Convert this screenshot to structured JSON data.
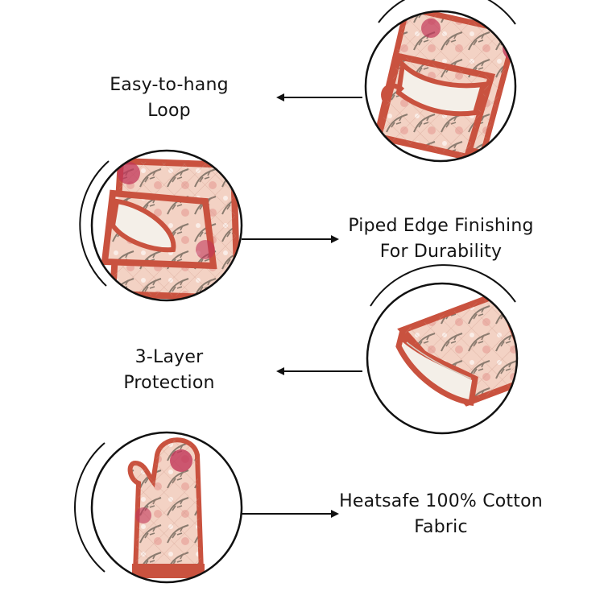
{
  "features": [
    {
      "line1": "Easy-to-hang",
      "line2": "Loop",
      "image_icon": "oven-mitt-loop-closeup"
    },
    {
      "line1": "Piped Edge Finishing",
      "line2": "For Durability",
      "image_icon": "oven-mitt-edge-closeup"
    },
    {
      "line1": "3-Layer",
      "line2": "Protection",
      "image_icon": "oven-mitt-layers-closeup"
    },
    {
      "line1": "Heatsafe 100% Cotton",
      "line2": "Fabric",
      "image_icon": "oven-mitt-full"
    }
  ],
  "colors": {
    "piping": "#c9523f",
    "fabric": "#f3d2c4",
    "pattern_leaf": "#8a7b6f",
    "pattern_rose": "#c2375a",
    "lining": "#f4efe8",
    "line": "#111111"
  }
}
